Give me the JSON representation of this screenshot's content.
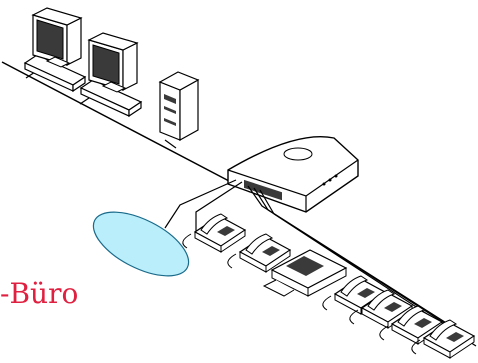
{
  "label": "-Büro",
  "colors": {
    "label": "#e02040",
    "cloud_fill": "#b9eefa",
    "cloud_stroke": "#1a6a8a",
    "line": "#000000",
    "device_fill": "#ffffff",
    "screen": "#3a3a3a"
  },
  "devices": {
    "workstations": 2,
    "servers": 1,
    "routers": 1,
    "phones": 6,
    "fax": 1,
    "cloud": 1
  }
}
